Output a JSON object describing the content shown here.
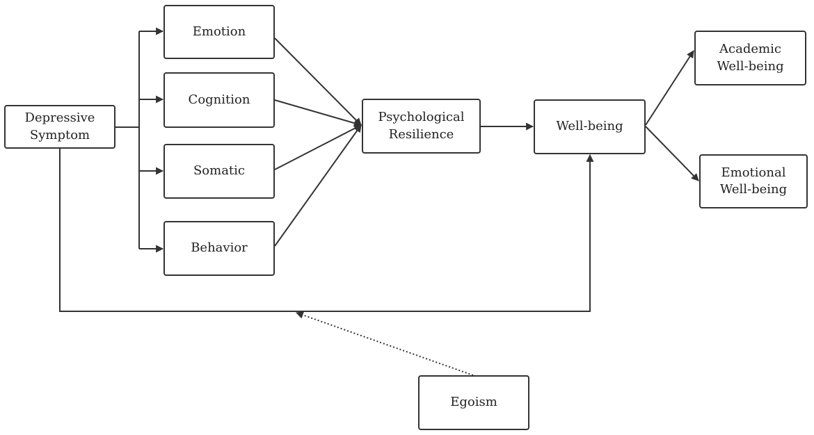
{
  "nodes": {
    "depressive_symptom": "Depressive\nSymptom",
    "emotion": "Emotion",
    "cognition": "Cognition",
    "somatic": "Somatic",
    "behavior": "Behavior",
    "psychological_resilience": "Psychological\nResilience",
    "well_being": "Well-being",
    "academic_well_being": "Academic\nWell-being",
    "emotional_well_being": "Emotional\nWell-being",
    "egoism": "Egoism"
  },
  "colors": {
    "line": "#333333",
    "text": "#222222",
    "background": "#ffffff"
  }
}
